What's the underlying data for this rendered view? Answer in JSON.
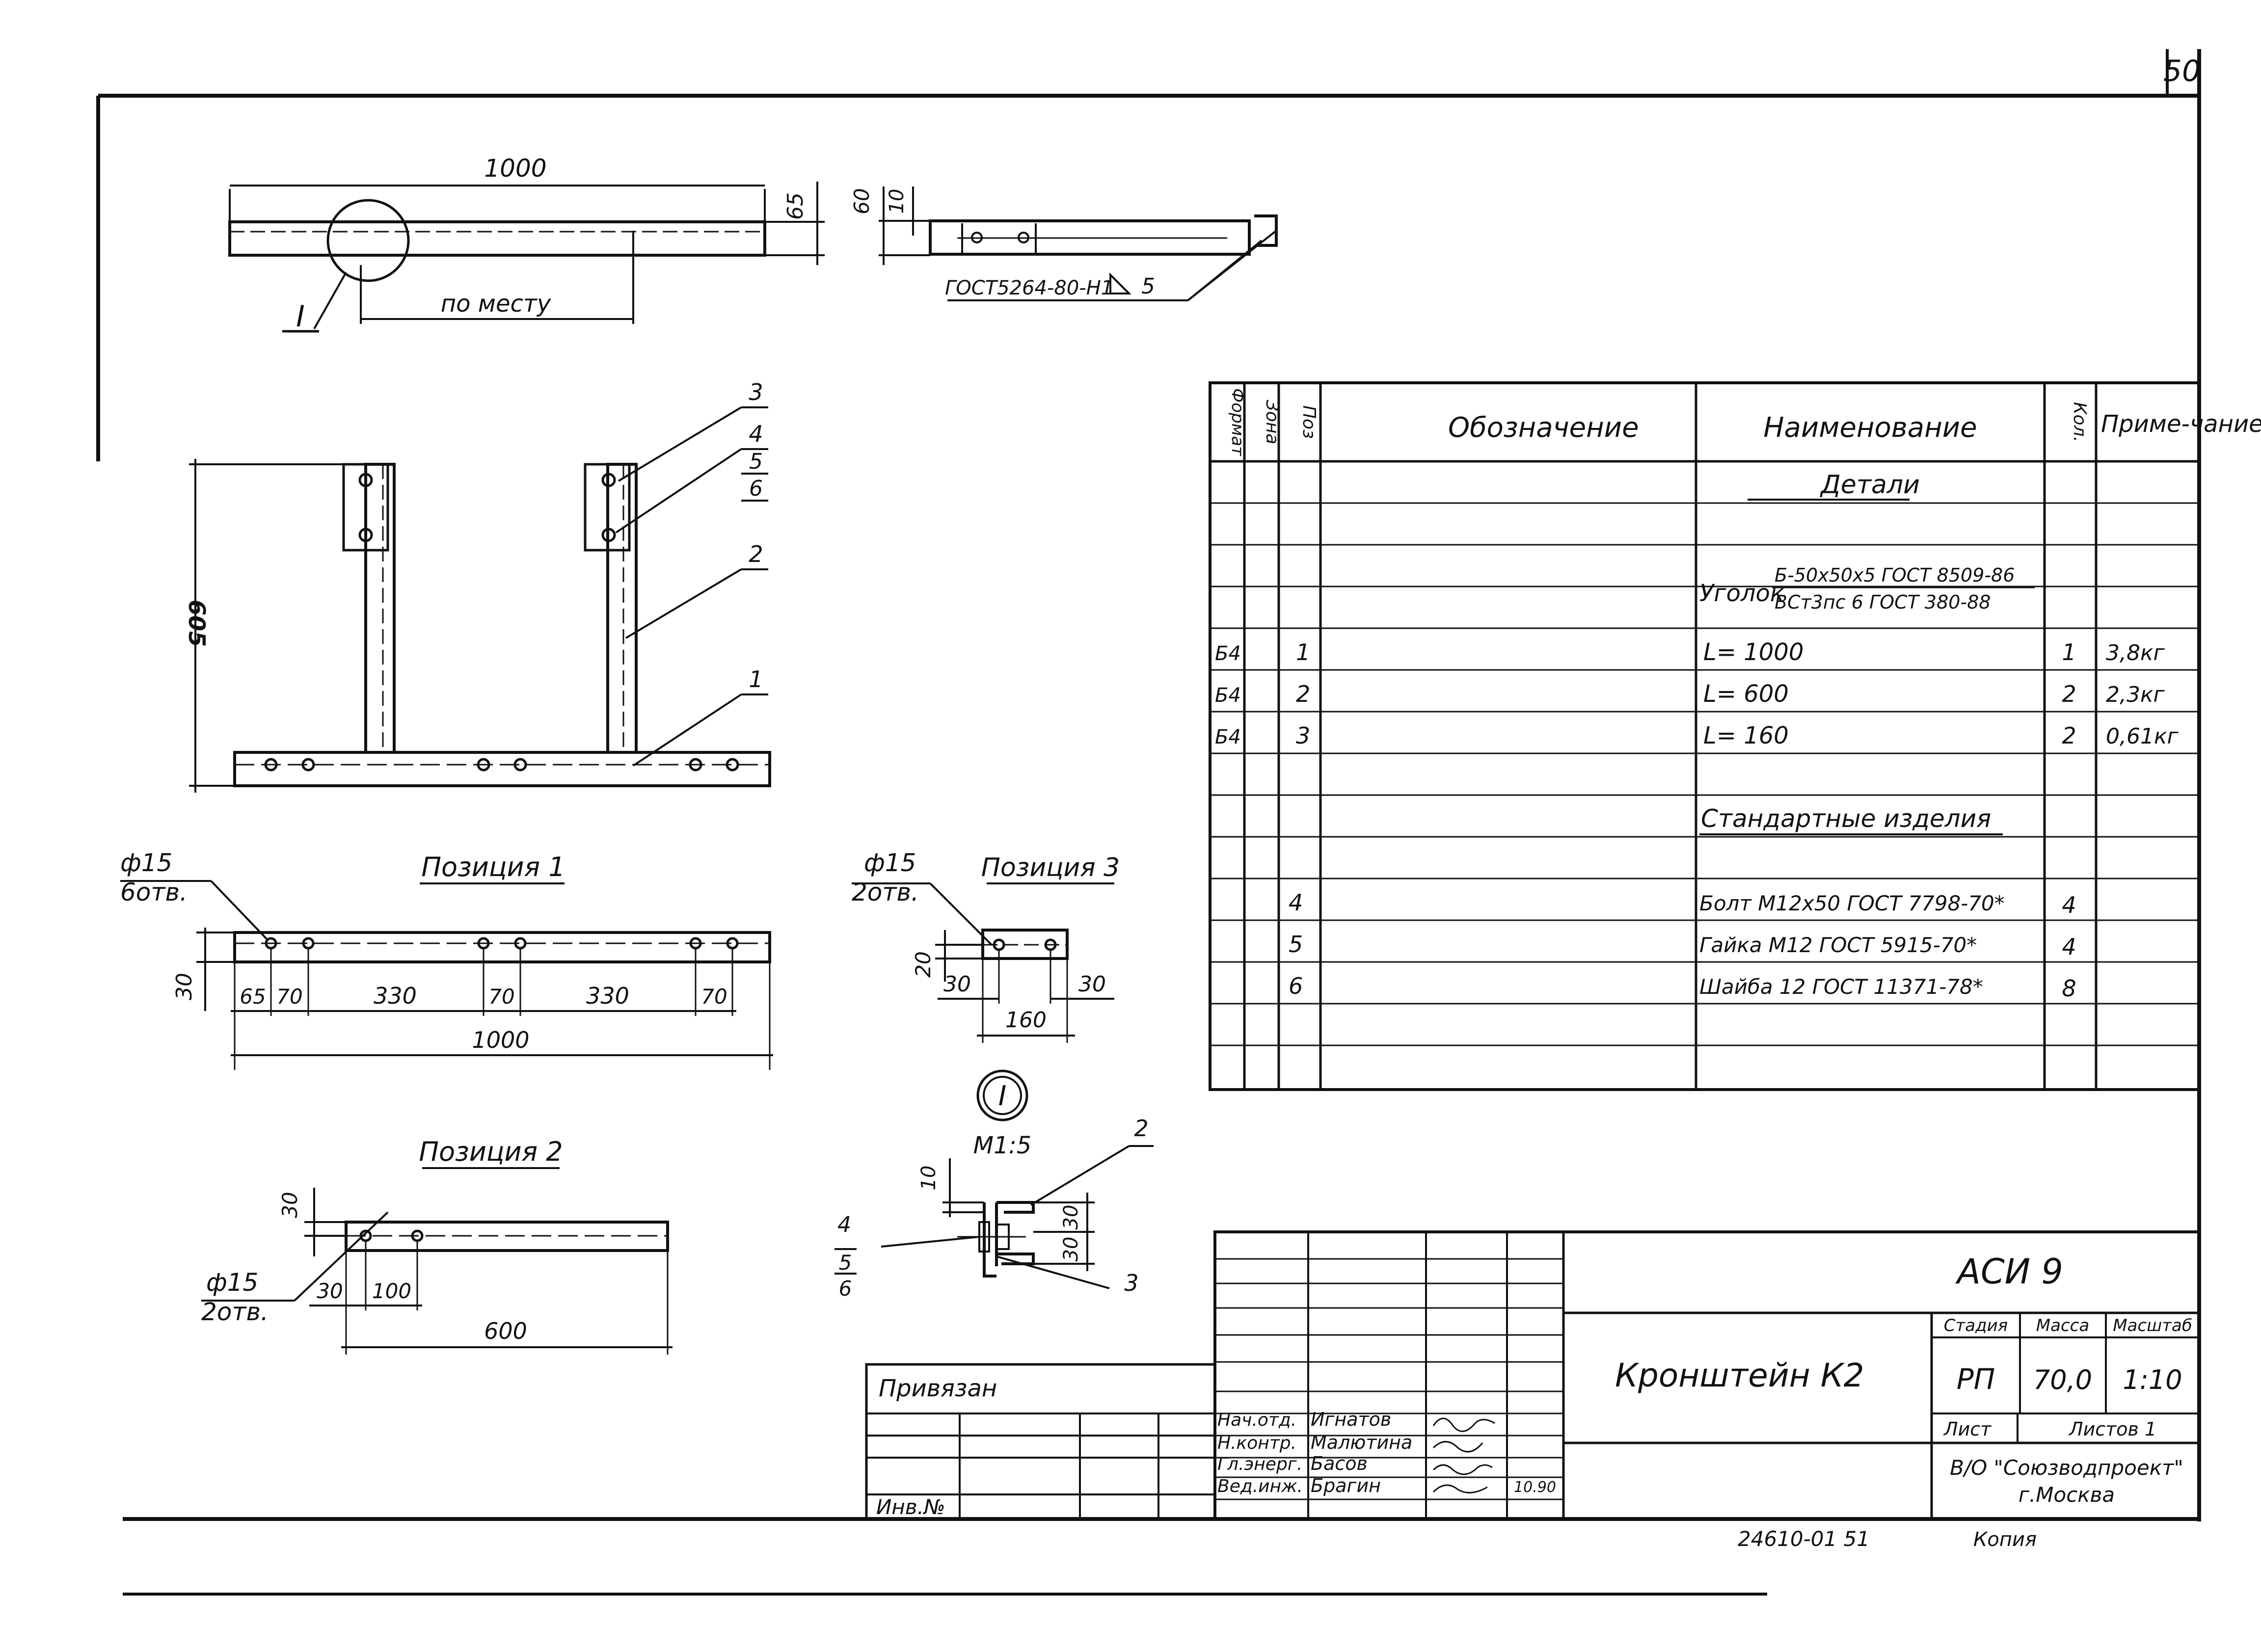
{
  "sheet": {
    "page_number": "50",
    "footer_left": "24610-01 51",
    "footer_right": "Копия"
  },
  "detail_view_1000": {
    "dim_length": "1000",
    "dim_height": "65",
    "dim_place": "по месту",
    "callout": "I"
  },
  "end_view": {
    "dim_60": "60",
    "dim_10": "10",
    "weld_note": "ГОСТ5264-80-Н1",
    "weld_size": "5"
  },
  "assembly": {
    "dim_height": "605",
    "leaders": [
      "3",
      "4",
      "5",
      "6",
      "2",
      "1"
    ]
  },
  "position_1": {
    "title": "Позиция 1",
    "hole_dia": "ф15",
    "hole_count": "6отв.",
    "dim_height": "30",
    "dims": [
      "65",
      "70",
      "330",
      "70",
      "330",
      "70"
    ],
    "total": "1000"
  },
  "position_2": {
    "title": "Позиция 2",
    "hole_dia": "ф15",
    "hole_count": "2отв.",
    "dim_height": "30",
    "dims": [
      "30",
      "100"
    ],
    "total": "600"
  },
  "position_3": {
    "title": "Позиция 3",
    "hole_dia": "ф15",
    "hole_count": "2отв.",
    "dim_height": "20",
    "dim_left": "30",
    "dim_right": "30",
    "total": "160"
  },
  "detail_I": {
    "callout": "I",
    "scale": "М1:5",
    "dims": [
      "10",
      "30",
      "30"
    ],
    "leaders": [
      "2",
      "4",
      "5",
      "6",
      "3"
    ]
  },
  "spec": {
    "headers": [
      "Формат",
      "Зона",
      "Поз",
      "Обозначение",
      "Наименование",
      "Кол.",
      "Приме-чание"
    ],
    "section_details": "Детали",
    "material_name": "Уголок",
    "material_top": "Б-50х50х5 ГОСТ 8509-86",
    "material_bottom": "ВСт3пс 6 ГОСТ 380-88",
    "rows": [
      {
        "format": "Б4",
        "pos": "1",
        "name": "L= 1000",
        "qty": "1",
        "note": "3,8кг"
      },
      {
        "format": "Б4",
        "pos": "2",
        "name": "L= 600",
        "qty": "2",
        "note": "2,3кг"
      },
      {
        "format": "Б4",
        "pos": "3",
        "name": "L= 160",
        "qty": "2",
        "note": "0,61кг"
      }
    ],
    "section_standard": "Стандартные изделия",
    "std_rows": [
      {
        "pos": "4",
        "name": "Болт М12х50 ГОСТ 7798-70*",
        "qty": "4"
      },
      {
        "pos": "5",
        "name": "Гайка М12 ГОСТ 5915-70*",
        "qty": "4"
      },
      {
        "pos": "6",
        "name": "Шайба 12 ГОСТ 11371-78*",
        "qty": "8"
      }
    ]
  },
  "title_block": {
    "code": "АСИ 9",
    "drawing_title": "Кронштейн К2",
    "stage_label": "Стадия",
    "stage": "РП",
    "mass_label": "Масса",
    "mass": "70,0",
    "scale_label": "Масштаб",
    "scale": "1:10",
    "sheet_label": "Лист",
    "sheets_label": "Листов 1",
    "org_line1": "В/О \"Союзводпроект\"",
    "org_line2": "г.Москва",
    "privyazan": "Привязан",
    "inv_no": "Инв.№",
    "date": "10.90",
    "staff": [
      {
        "role": "Нач.отд.",
        "name": "Игнатов"
      },
      {
        "role": "Н.контр.",
        "name": "Малютина"
      },
      {
        "role": "Гл.энерг.",
        "name": "Басов"
      },
      {
        "role": "Вед.инж.",
        "name": "Брагин"
      }
    ]
  }
}
